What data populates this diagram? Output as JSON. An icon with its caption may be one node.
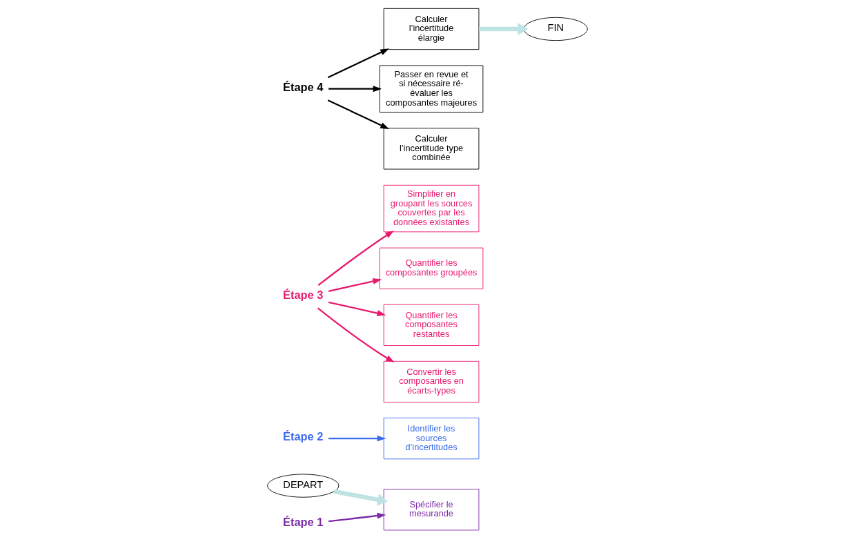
{
  "diagram": {
    "nodes": [
      {
        "text": [
          "DEPART"
        ]
      },
      {
        "text": [
          "Spécifier le mesurande"
        ]
      },
      {
        "text": [
          "Étape 1"
        ]
      },
      {
        "text": [
          "Identifier les sources d’incertitudes"
        ]
      },
      {
        "text": [
          "Étape 2"
        ]
      },
      {
        "text": [
          "Simplifier en groupant les sources couvertes par les données existantes"
        ]
      },
      {
        "text": [
          "Étape 3"
        ]
      },
      {
        "text": [
          "Quantifier les composantes groupées"
        ]
      },
      {
        "text": [
          "Quantifier les composantes restantes"
        ]
      },
      {
        "text": [
          "Convertir les composantes en écarts-types"
        ]
      },
      {
        "text": [
          "FIN"
        ]
      },
      {
        "text": [
          "Calculer l’incertitude élargie"
        ]
      },
      {
        "text": [
          "Étape 4"
        ]
      },
      {
        "text": [
          "Passer en revue et si nécessaire ré-évaluer les composantes majeures"
        ]
      },
      {
        "text": [
          "Calculer l’incertitude type combinée"
        ]
      }
    ],
    "edges": [
      {
        "from": 0,
        "to": 1,
        "arrow": "to",
        "style": "thick",
        "color": "#bfe3e3"
      },
      {
        "from": 2,
        "to": 1,
        "arrow": "to",
        "color": "#7b2aa8"
      },
      {
        "from": 4,
        "to": 3,
        "arrow": "to",
        "color": "#3b6cf0"
      },
      {
        "from": 6,
        "to": 5,
        "arrow": "to",
        "color": "#e8196e"
      },
      {
        "from": 6,
        "to": 7,
        "arrow": "to",
        "color": "#e8196e"
      },
      {
        "from": 6,
        "to": 8,
        "arrow": "to",
        "color": "#e8196e"
      },
      {
        "from": 6,
        "to": 9,
        "arrow": "to",
        "color": "#e8196e"
      },
      {
        "from": 12,
        "to": 11,
        "arrow": "to",
        "color": "#000000"
      },
      {
        "from": 12,
        "to": 13,
        "arrow": "to",
        "color": "#000000"
      },
      {
        "from": 12,
        "to": 14,
        "arrow": "to",
        "color": "#000000"
      },
      {
        "from": 11,
        "to": 10,
        "arrow": "to",
        "style": "thick",
        "color": "#bfe3e3"
      }
    ]
  }
}
